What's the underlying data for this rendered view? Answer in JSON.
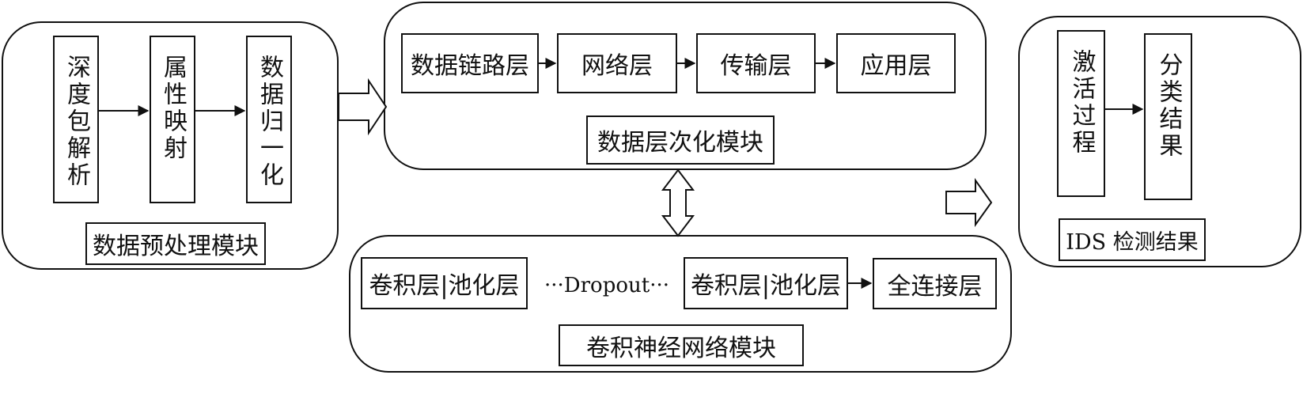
{
  "preprocess": {
    "steps": [
      "深度包解析",
      "属性映射",
      "数据归一化"
    ],
    "title": "数据预处理模块"
  },
  "hierarchy": {
    "layers": [
      "数据链路层",
      "网络层",
      "传输层",
      "应用层"
    ],
    "title": "数据层次化模块"
  },
  "cnn": {
    "block1": "卷积层|池化层",
    "dropout": "···Dropout···",
    "block2": "卷积层|池化层",
    "fc": "全连接层",
    "title": "卷积神经网络模块"
  },
  "result": {
    "steps": [
      "激活过程",
      "分类结果"
    ],
    "title": "IDS 检测结果"
  }
}
